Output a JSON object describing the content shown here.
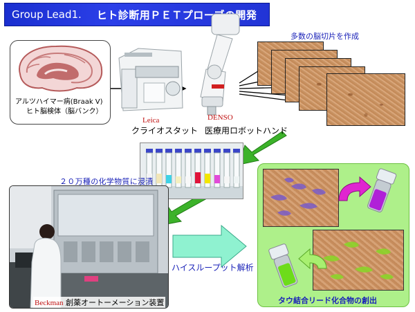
{
  "title": {
    "prefix": "Group Lead1.",
    "main": "ヒト診断用ＰＥＴプローブの開発"
  },
  "brain": {
    "caption_line1": "アルツハイマー病(Braak V)",
    "caption_line2": "ヒト脳検体（脳バンク）"
  },
  "cryostat": {
    "brand": "Leica",
    "caption": "クライオスタット"
  },
  "robot": {
    "brand": "DENSO",
    "caption": "医療用ロボットハンド"
  },
  "slices": {
    "caption": "多数の脳切片を作成"
  },
  "compounds": {
    "caption": "２０万種の化学物質に浸漬"
  },
  "automation": {
    "brand": "Beckman",
    "caption": "創薬オートーメーション装置"
  },
  "screening": {
    "caption": "ハイスループット解析"
  },
  "result": {
    "caption": "タウ結合リード化合物の創出"
  },
  "colors": {
    "title_bg": "#2234d6",
    "caption_blue": "#1a22b8",
    "brand_red": "#c01010",
    "green_arrow": "#3cb22a",
    "cyan_arrow": "#8ff2d0",
    "result_bg": "#aef08a"
  }
}
